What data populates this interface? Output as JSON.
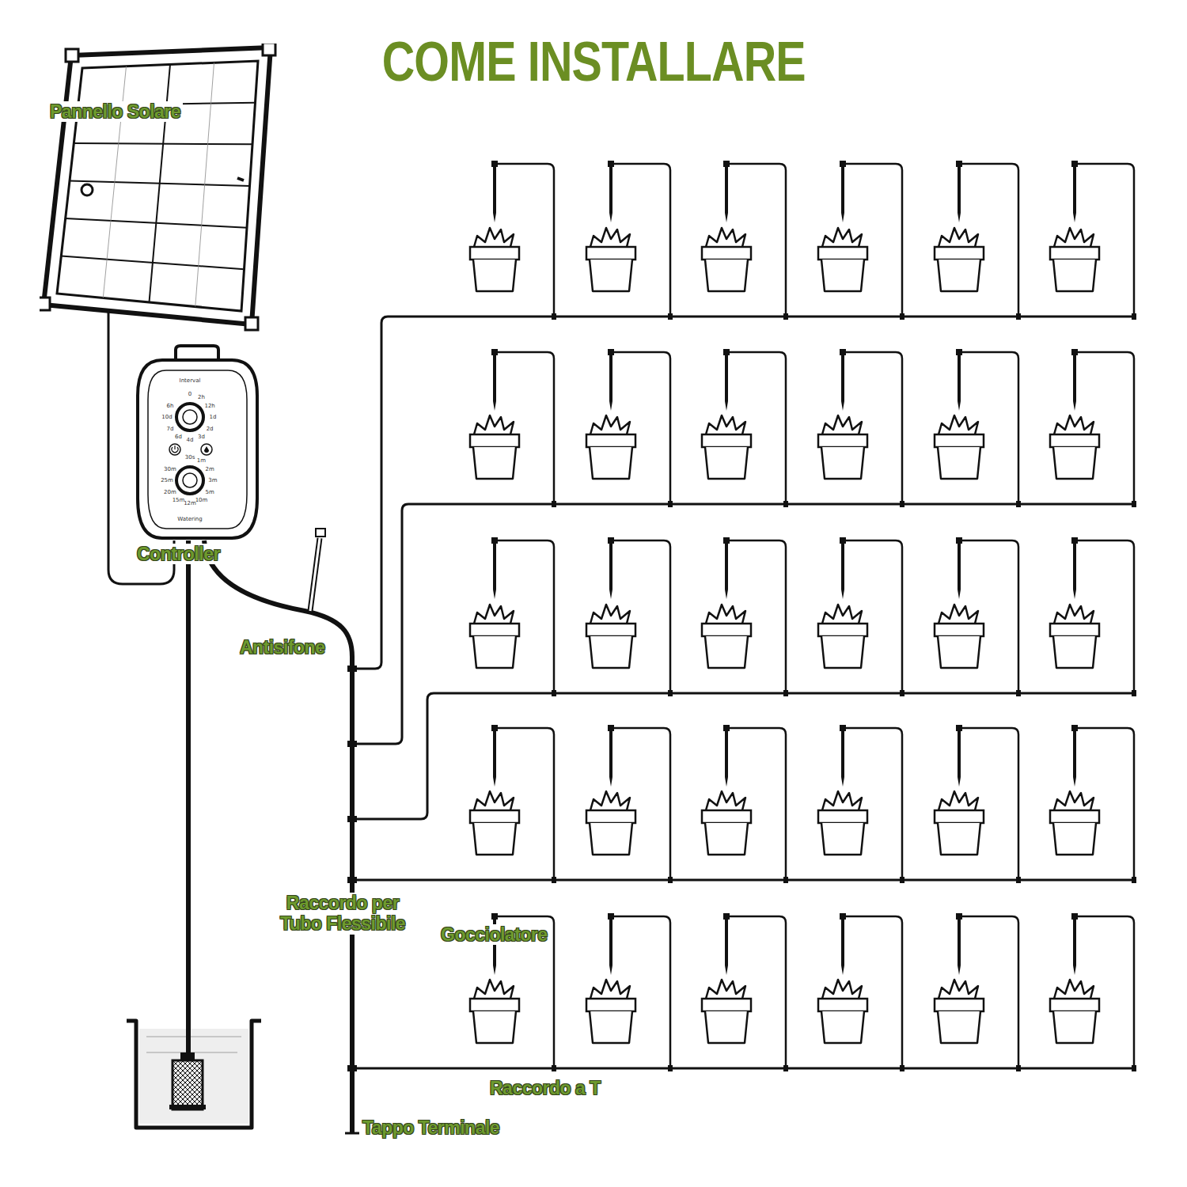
{
  "diagram": {
    "title": "COME INSTALLARE",
    "nodes": [
      {
        "text": [
          "Pannello Solare"
        ]
      },
      {
        "text": [
          "Controller"
        ]
      }
    ],
    "edges": [
      {
        "from": 0,
        "to": 1,
        "arrow": "none"
      }
    ],
    "labels": [
      "Antisifone",
      "Raccordo per Tubo Flessibile",
      "Gocciolatore",
      "Raccordo a T",
      "Tappo Terminale",
      "Interval",
      "Watering",
      "0",
      "2h",
      "12h",
      "1d",
      "2d",
      "3d",
      "4d",
      "6d",
      "7d",
      "10d",
      "6h",
      "30s",
      "1m",
      "2m",
      "3m",
      "5m",
      "10m",
      "12m",
      "15m",
      "20m",
      "25m",
      "30m"
    ]
  }
}
